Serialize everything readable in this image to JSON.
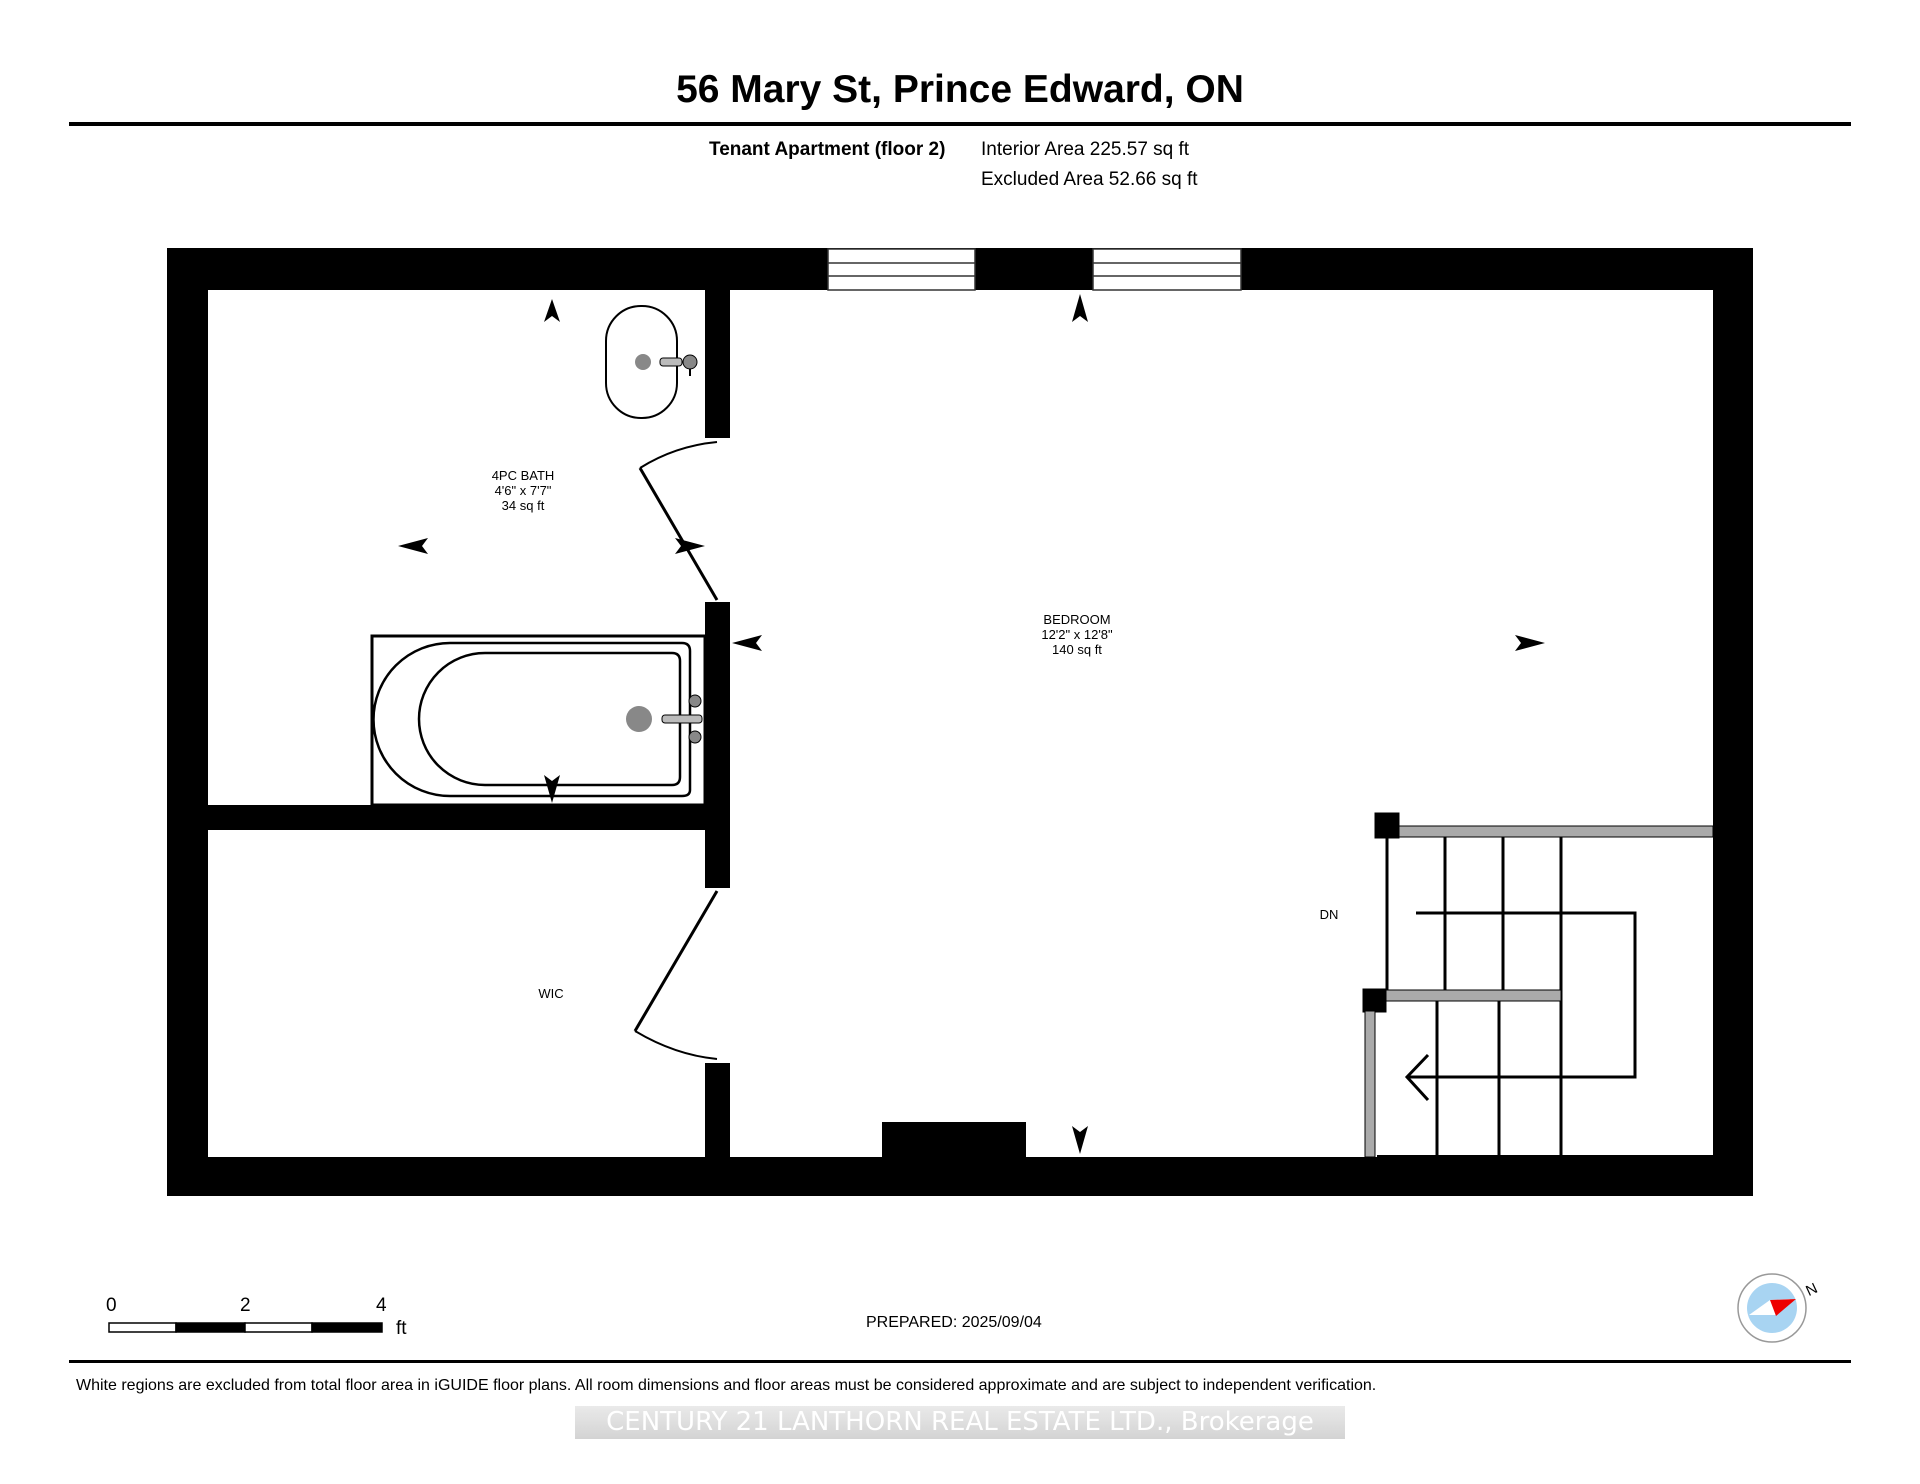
{
  "header": {
    "title": "56 Mary St, Prince Edward, ON",
    "floor_name": "Tenant Apartment (floor 2)",
    "interior_area": "Interior Area 225.57 sq ft",
    "excluded_area": "Excluded Area 52.66 sq ft"
  },
  "rooms": [
    {
      "name": "4PC BATH",
      "dims": "4'6\" x 7'7\"",
      "area": "34 sq ft"
    },
    {
      "name": "BEDROOM",
      "dims": "12'2\" x 12'8\"",
      "area": "140 sq ft"
    },
    {
      "name": "WIC"
    }
  ],
  "stairs": {
    "label": "DN"
  },
  "scale_bar": {
    "ticks": [
      "0",
      "2",
      "4"
    ],
    "unit": "ft"
  },
  "prepared": "PREPARED: 2025/09/04",
  "compass": {
    "label": "N",
    "needle_color": "#ee0000",
    "dial_color": "#a8d4f2"
  },
  "footer": {
    "disclaimer": "White regions are excluded from total floor area in iGUIDE floor plans. All room dimensions and floor areas must be considered approximate and are subject to independent verification.",
    "watermark": "CENTURY 21 LANTHORN REAL ESTATE LTD., Brokerage"
  }
}
